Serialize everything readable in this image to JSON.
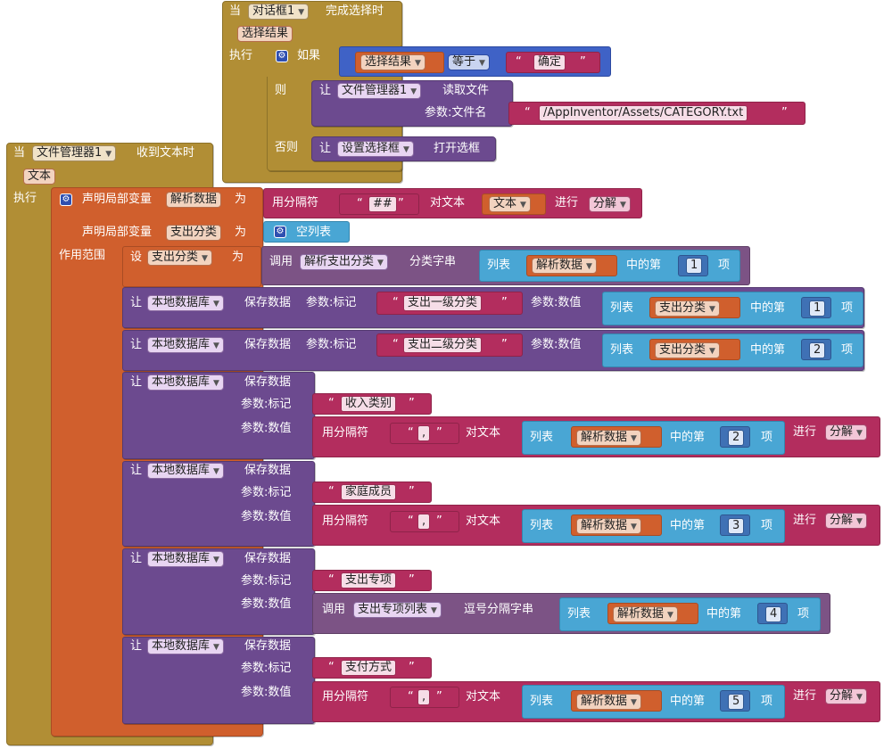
{
  "dialog_event": {
    "when": "当",
    "component": "对话框1",
    "event": "完成选择时",
    "param": "选择结果",
    "do": "执行",
    "if": "如果",
    "cond_var": "选择结果",
    "cond_op": "等于",
    "cond_str": "确定",
    "then": "则",
    "call_let": "让",
    "file_mgr": "文件管理器1",
    "read_file": "读取文件",
    "param_filename": "参数:文件名",
    "filename": "/AppInventor/Assets/CATEGORY.txt",
    "else": "否则",
    "picker": "设置选择框",
    "open_picker": "打开选框"
  },
  "file_event": {
    "when": "当",
    "component": "文件管理器1",
    "event": "收到文本时",
    "param": "文本",
    "do": "执行",
    "declare1": "声明局部变量",
    "var1": "解析数据",
    "as": "为",
    "split_by": "用分隔符",
    "sep1": "##",
    "on_text": "对文本",
    "text_var": "文本",
    "perform": "进行",
    "split": "分解",
    "declare2": "声明局部变量",
    "var2": "支出分类",
    "empty_list": "空列表",
    "scope": "作用范围",
    "set": "设",
    "call": "调用",
    "proc_parse": "解析支出分类",
    "proc_param": "分类字串",
    "list": "列表",
    "of_nth": "中的第",
    "item": "项",
    "let": "让",
    "tinydb": "本地数据库",
    "store": "保存数据",
    "tag_label": "参数:标记",
    "value_label": "参数:数值",
    "sep_comma": ",",
    "proc_items": "支出专项列表",
    "proc_items_param": "逗号分隔字串",
    "rows": [
      {
        "tag": "支出一级分类",
        "index": "1"
      },
      {
        "tag": "支出二级分类",
        "index": "2"
      },
      {
        "tag": "收入类别",
        "index": "2"
      },
      {
        "tag": "家庭成员",
        "index": "3"
      },
      {
        "tag": "支出专项",
        "index": "4"
      },
      {
        "tag": "支付方式",
        "index": "5"
      }
    ]
  },
  "colors": {
    "event": "#b18e35",
    "control": "#4a5ec4",
    "text": "#b32d5e",
    "component": "#6c4a8f",
    "variable": "#d05f2d",
    "list": "#49a6d4",
    "math": "#3f71b5",
    "procedure": "#7c5385"
  }
}
